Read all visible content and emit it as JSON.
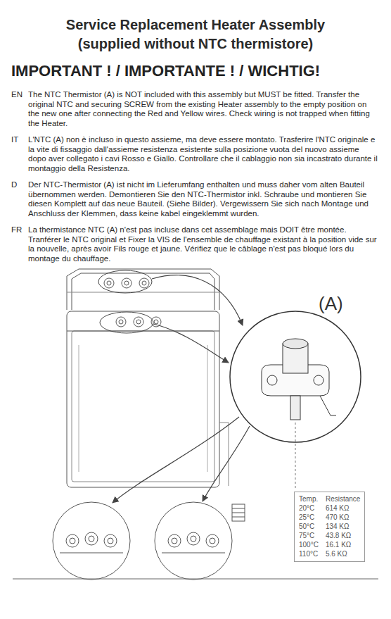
{
  "diagram": {
    "title": "Service Replacement Heater Assembly (supplied without NTC thermistore)",
    "nodes": [
      {
        "text": [
          "(A)"
        ]
      },
      {
        "text": [
          "Temp.",
          "Resistance",
          "20°C",
          "614 KΩ",
          "25°C",
          "470 KΩ",
          "50°C",
          "134 KΩ",
          "75°C",
          "43.8 KΩ",
          "100°C",
          "16.1 KΩ",
          "110°C",
          "5.6 KΩ"
        ]
      }
    ],
    "labels": [
      "IMPORTANT ! / IMPORTANTE ! / WICHTIG!",
      "EN",
      "The NTC Thermistor (A) is NOT included with this assembly but MUST be fitted. Transfer the original NTC and securing SCREW from the existing Heater assembly to the empty position on the new one after connecting the Red and Yellow wires. Check wiring is not trapped when fitting the Heater.",
      "IT",
      "L'NTC (A) non è incluso in questo assieme, ma deve essere montato. Trasferire l'NTC originale e la vite di fissaggio dall'assieme resistenza esistente sulla posizione vuota del nuovo assieme dopo aver collegato i cavi Rosso e Giallo. Controllare che il cablaggio non sia incastrato durante il montaggio della Resistenza.",
      "D",
      "Der NTC-Thermistor (A) ist nicht im Lieferumfang enthalten und muss daher vom alten Bauteil übernommen werden. Demontieren Sie den NTC-Thermistor inkl. Schraube und montieren Sie diesen Komplett auf das neue Bauteil. (Siehe Bilder). Vergewissern Sie sich nach Montage und Anschluss der Klemmen, dass keine kabel eingeklemmt wurden.",
      "FR",
      "La thermistance NTC (A) n'est pas incluse dans cet assemblage mais DOIT être montée. Tranférer le NTC original et Fixer la VIS de l'ensemble de chauffage existant à la position vide sur la nouvelle, après avoir Fils rouge et jaune. Vérifiez que le câblage n'est pas bloqué lors du montage du chauffage."
    ]
  }
}
